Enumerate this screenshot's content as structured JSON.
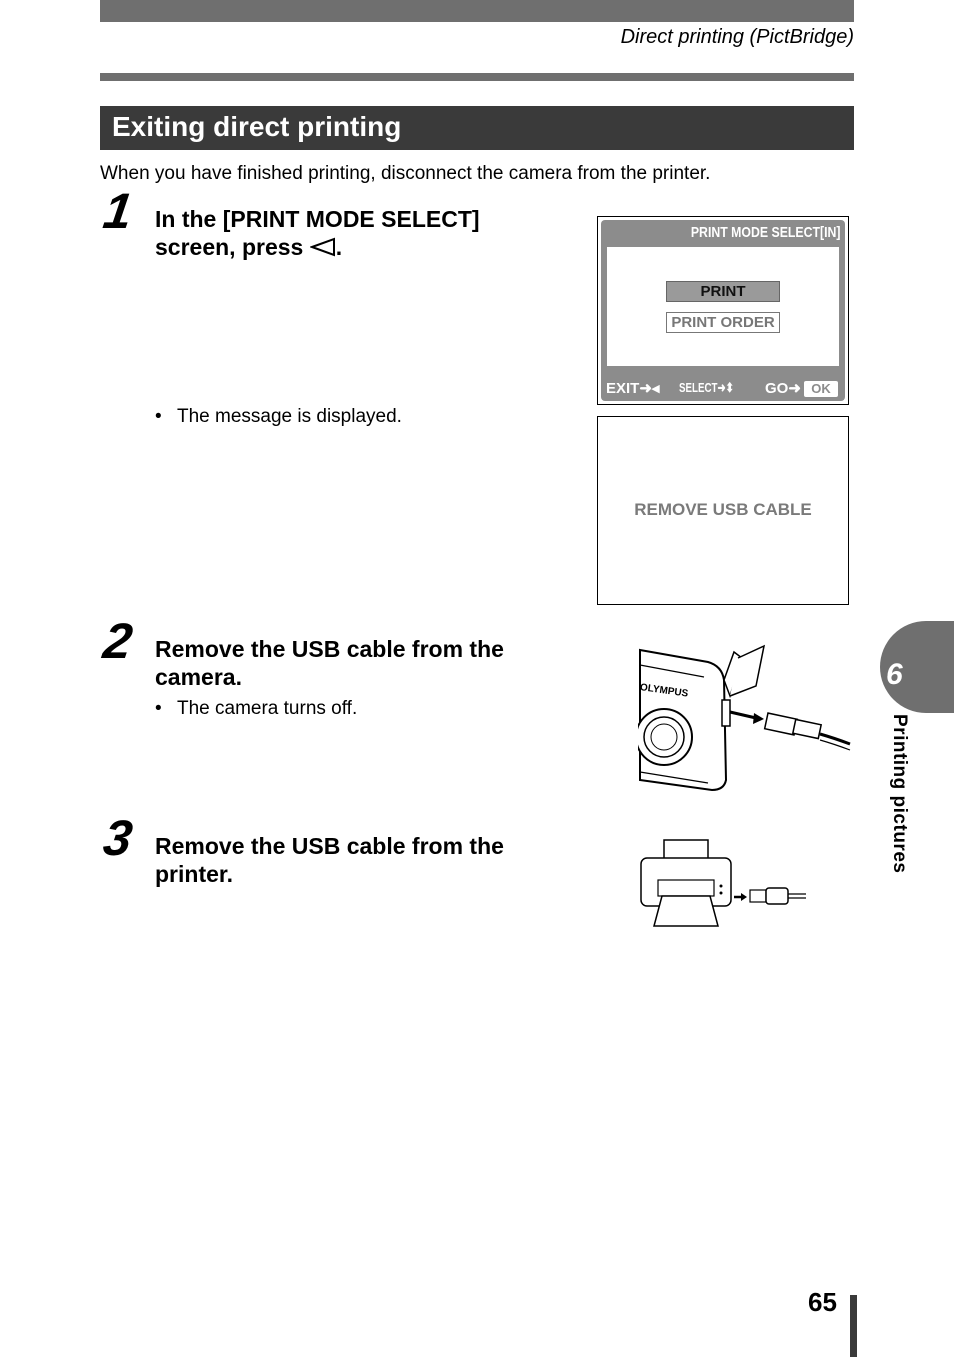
{
  "header": {
    "title": "Direct printing (PictBridge)"
  },
  "section": {
    "title": "Exiting direct printing",
    "intro": "When you have finished printing, disconnect the camera from the printer."
  },
  "steps": [
    {
      "number": "1",
      "text": "In the [PRINT MODE SELECT] screen, press",
      "bullet": "The message is displayed."
    },
    {
      "number": "2",
      "text": "Remove the USB cable from the camera.",
      "bullet": "The camera turns off."
    },
    {
      "number": "3",
      "text": "Remove the USB cable from the printer."
    }
  ],
  "screen1": {
    "title": "PRINT MODE SELECT",
    "title_icon": "[IN]",
    "options": [
      "PRINT",
      "PRINT ORDER"
    ],
    "footer": {
      "exit": "EXIT",
      "select": "SELECT",
      "go": "GO",
      "ok": "OK"
    }
  },
  "screen2": {
    "message": "REMOVE USB CABLE"
  },
  "camera_brand": "OLYMPUS",
  "side_tab": {
    "number": "6",
    "label": "Printing pictures"
  },
  "page_number": "65",
  "icons": [
    "left-arrow-icon",
    "camera-illustration",
    "printer-illustration",
    "usb-plug-icon"
  ]
}
